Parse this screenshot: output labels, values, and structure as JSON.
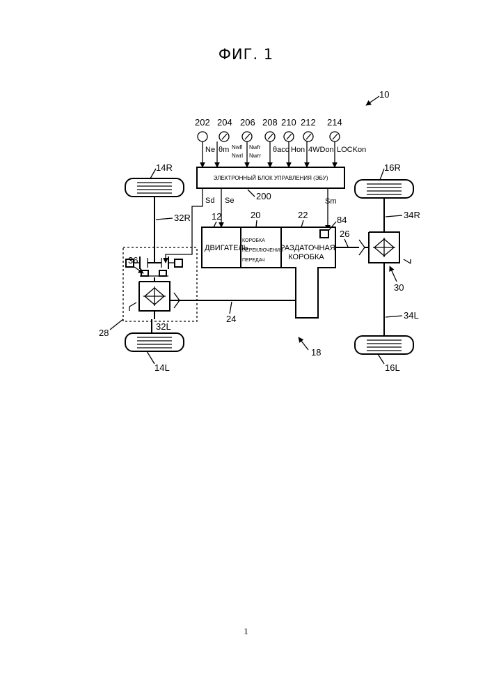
{
  "figure_title": "ФИГ. 1",
  "page_number": "1",
  "refs": {
    "vehicle": "10",
    "s202": "202",
    "s204": "204",
    "s206": "206",
    "s208": "208",
    "s210": "210",
    "s212": "212",
    "s214": "214",
    "ecu": "200",
    "engine": "12",
    "transmission": "20",
    "transfer": "22",
    "sensor84": "84",
    "front_shaft": "26",
    "rear_shaft": "24",
    "powertrain": "18",
    "wheel_14R": "14R",
    "wheel_14L": "14L",
    "wheel_16R": "16R",
    "wheel_16L": "16L",
    "axle_32R": "32R",
    "axle_32L": "32L",
    "axle_34R": "34R",
    "axle_34L": "34L",
    "clutch36": "36",
    "diff28": "28",
    "diff30": "30"
  },
  "signals": {
    "ne": "Ne",
    "theta_m": "θm",
    "nwfl": "Nwfl",
    "nwrl": "Nwrl",
    "nwfr": "Nwfr",
    "nwrr": "Nwrr",
    "theta_acc": "θacc",
    "hon": "Hon",
    "fourwd": "4WDon",
    "lock": "LOCKon",
    "sd": "Sd",
    "se": "Se",
    "sm": "Sm"
  },
  "labels": {
    "ecu": "ЭЛЕКТРОННЫЙ БЛОК УПРАВЛЕНИЯ (ЭБУ)",
    "engine": "ДВИГАТЕЛЬ",
    "transmission_1": "КОРОБКА",
    "transmission_2": "ПЕРЕКЛЮЧЕНИЯ",
    "transmission_3": "ПЕРЕДАЧ",
    "transfer_1": "РАЗДАТОЧНАЯ",
    "transfer_2": "КОРОБКА"
  }
}
